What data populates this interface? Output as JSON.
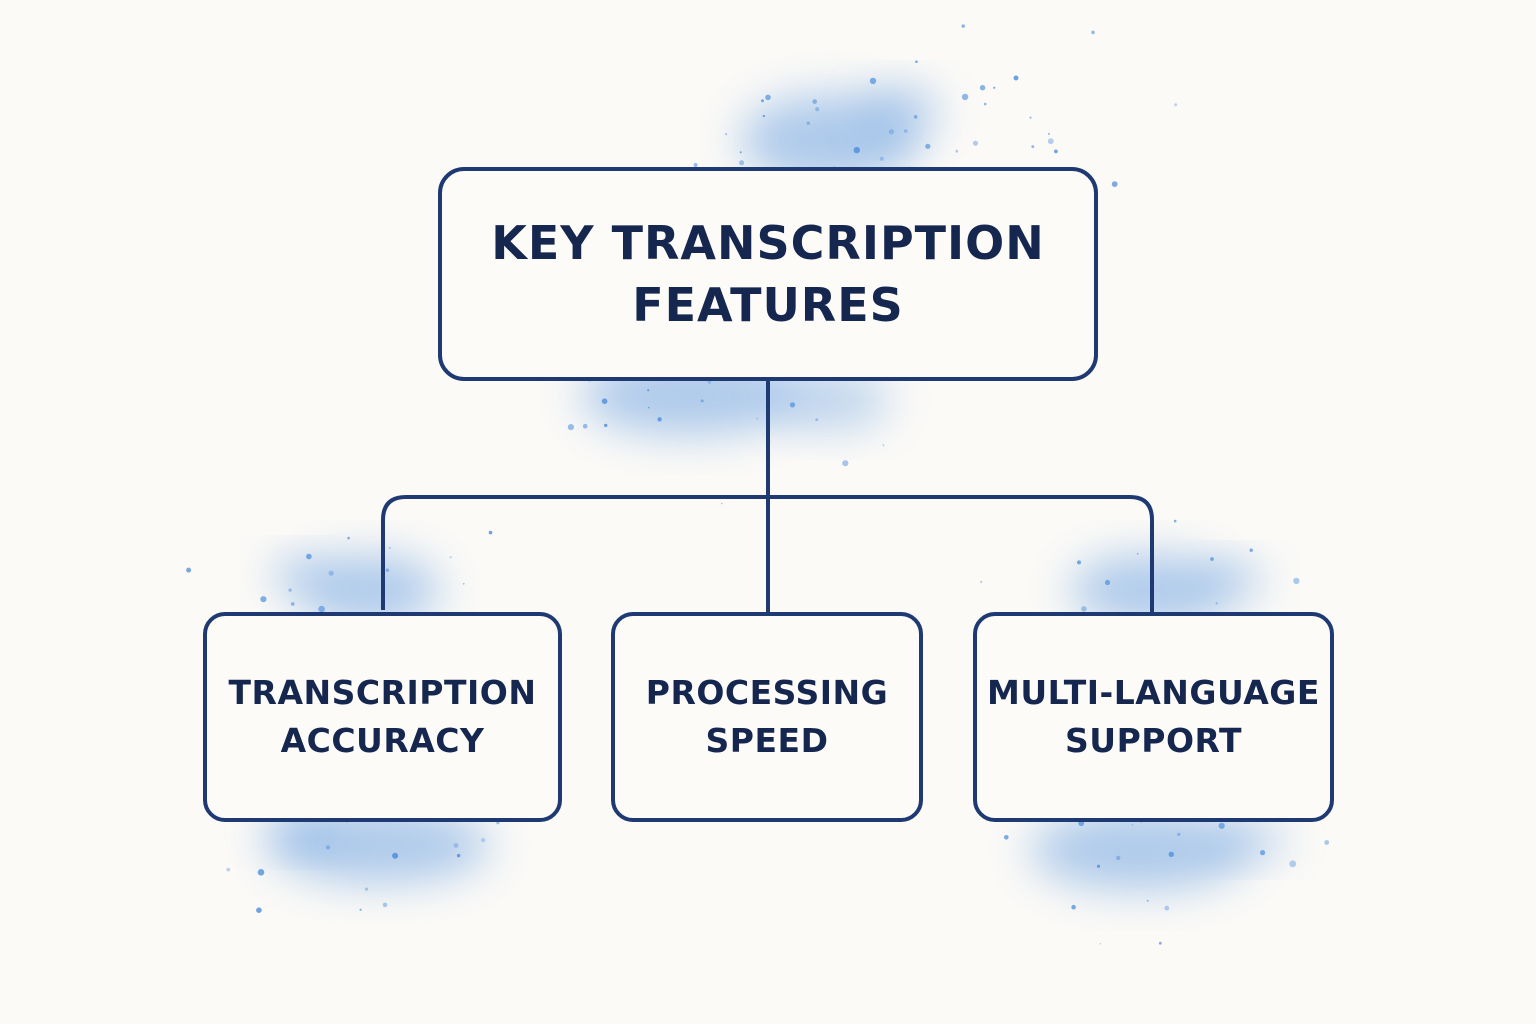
{
  "diagram": {
    "root": {
      "lines": [
        "KEY TRANSCRIPTION",
        "FEATURES"
      ]
    },
    "children": [
      {
        "lines": [
          "TRANSCRIPTION",
          "ACCURACY"
        ]
      },
      {
        "lines": [
          "PROCESSING",
          "SPEED"
        ]
      },
      {
        "lines": [
          "MULTI-LANGUAGE",
          "SUPPORT"
        ]
      }
    ]
  },
  "colors": {
    "background": "#fbfaf7",
    "stroke": "#1f3a72",
    "text": "#15264f",
    "splash": "#4f8fdc"
  }
}
